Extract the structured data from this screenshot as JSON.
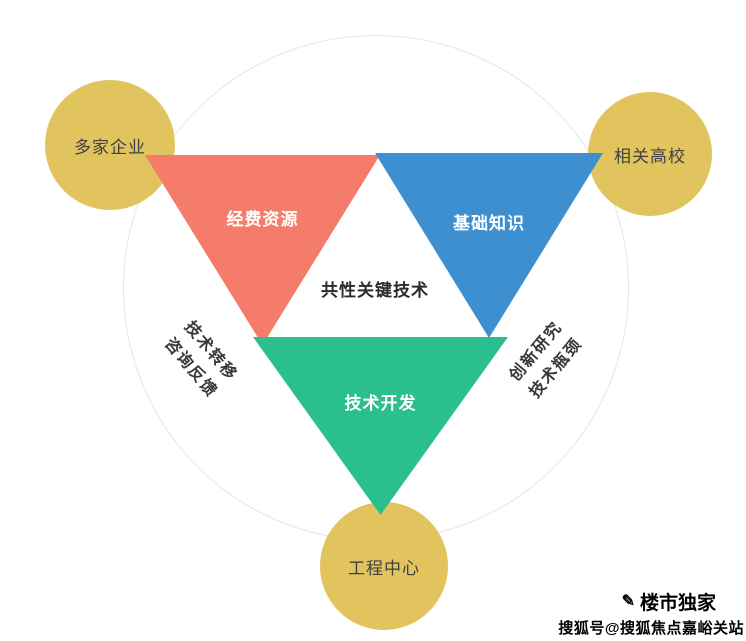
{
  "diagram": {
    "center_label": "共性关键技术",
    "nodes": {
      "enterprises": {
        "label": "多家企业"
      },
      "universities": {
        "label": "相关高校"
      },
      "engineering_center": {
        "label": "工程中心"
      }
    },
    "triangles": {
      "funding": {
        "label": "经费资源",
        "color": "#f57b6a"
      },
      "knowledge": {
        "label": "基础知识",
        "color": "#3e8fd0"
      },
      "development": {
        "label": "技术开发",
        "color": "#2bbf8f"
      }
    },
    "edge_labels": {
      "left_line1": "技术转移",
      "left_line2": "咨询反馈",
      "right_line1": "创新研究",
      "right_line2": "技术瓶颈"
    },
    "colors": {
      "node_fill": "#e2c45f",
      "outline_circle": "#e5e5e5",
      "label_text": "#ffffff"
    }
  },
  "watermark": {
    "logo_glyph": "✎",
    "account_name": "楼市独家",
    "source_line": "搜狐号@搜狐焦点嘉峪关站"
  }
}
